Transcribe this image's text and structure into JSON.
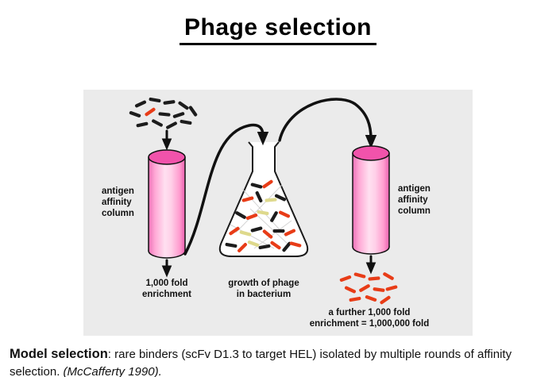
{
  "title": "Phage selection",
  "diagram": {
    "left_column": {
      "label_line1": "antigen",
      "label_line2": "affinity",
      "label_line3": "column"
    },
    "right_column": {
      "label_line1": "antigen",
      "label_line2": "affinity",
      "label_line3": "column"
    },
    "left_result": {
      "line1": "1,000 fold",
      "line2": "enrichment"
    },
    "flask_label": {
      "line1": "growth of phage",
      "line2": "in bacterium"
    },
    "right_result": {
      "line1": "a further 1,000 fold",
      "line2": "enrichment = 1,000,000 fold"
    }
  },
  "caption": {
    "lead": "Model selection",
    "body": ": rare binders (scFv D1.3 to target HEL) isolated by multiple rounds of affinity selection. ",
    "citation": "(McCafferty 1990)."
  },
  "colors": {
    "panel_bg": "#ebebeb",
    "column_top_pink": "#f153ab",
    "column_body_pink": "#ffaed9",
    "phage_black": "#1c1c1c",
    "phage_red": "#e83c17",
    "phage_yellow": "#ded98c",
    "arrow_black": "#111111"
  }
}
